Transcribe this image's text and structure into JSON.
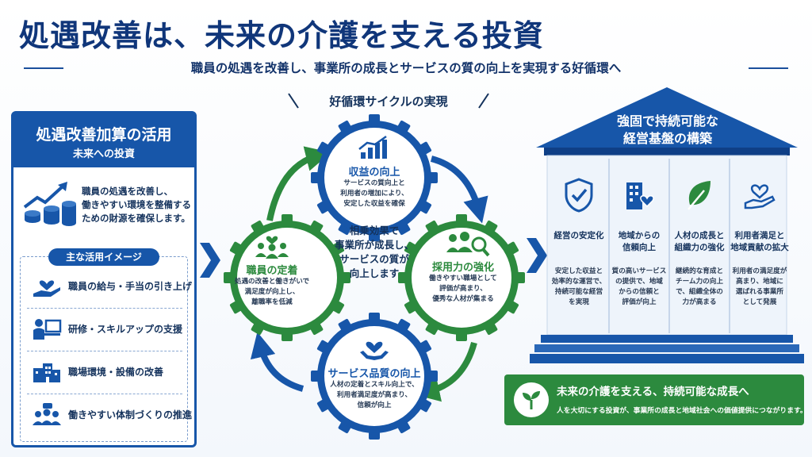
{
  "header": {
    "title": "処遇改善は、未来の介護を支える投資",
    "subtitle": "職員の処遇を改善し、事業所の成長とサービスの質の向上を実現する好循環へ"
  },
  "left_panel": {
    "title": "処遇改善加算の活用",
    "subtitle": "未来への投資",
    "description_lines": [
      "職員の処遇を改善し、",
      "働きやすい環境を整備する",
      "ための財源を確保します。"
    ],
    "usage_label": "主な活用イメージ",
    "usage_items": [
      {
        "label": "職員の給与・手当の引き上げ",
        "icon": "hand-heart-icon"
      },
      {
        "label": "研修・スキルアップの支援",
        "icon": "training-presenter-icon"
      },
      {
        "label": "職場環境・設備の改善",
        "icon": "facility-building-icon"
      },
      {
        "label": "働きやすい体制づくりの推進",
        "icon": "team-chat-icon"
      }
    ]
  },
  "cycle": {
    "label": "好循環サイクルの実現",
    "center_lines": [
      "相乗効果で",
      "事業所が成長し、",
      "サービスの質が",
      "向上します"
    ],
    "gears": {
      "revenue": {
        "title": "収益の向上",
        "body_lines": [
          "サービスの質向上と",
          "利用者の増加により、",
          "安定した収益を確保"
        ]
      },
      "recruit": {
        "title": "採用力の強化",
        "body_lines": [
          "働きやすい職場として",
          "評価が高まり、",
          "優秀な人材が集まる"
        ]
      },
      "quality": {
        "title": "サービス品質の向上",
        "body_lines": [
          "人材の定着とスキル向上で、",
          "利用者満足度が高まり、",
          "信頼が向上"
        ]
      },
      "retention": {
        "title": "職員の定着",
        "body_lines": [
          "処遇の改善と働きがいで",
          "満足度が向上し、",
          "離職率を低減"
        ]
      }
    }
  },
  "building": {
    "roof_lines": [
      "強固で持続可能な",
      "経営基盤の構築"
    ],
    "pillars": [
      {
        "title_lines": [
          "経営の安定化"
        ],
        "body_lines": [
          "安定した収益と",
          "効率的な運営で、",
          "持続可能な経営",
          "を実現"
        ],
        "icon": "shield-check-icon"
      },
      {
        "title_lines": [
          "地域からの",
          "信頼向上"
        ],
        "body_lines": [
          "質の高いサービス",
          "の提供で、地域",
          "からの信頼と",
          "評価が向上"
        ],
        "icon": "building-heart-icon"
      },
      {
        "title_lines": [
          "人材の成長と",
          "組織力の強化"
        ],
        "body_lines": [
          "継続的な育成と",
          "チーム力の向上",
          "で、組織全体の",
          "力が高まる"
        ],
        "icon": "leaf-icon"
      },
      {
        "title_lines": [
          "利用者満足と",
          "地域貢献の拡大"
        ],
        "body_lines": [
          "利用者の満足度が",
          "高まり、地域に",
          "選ばれる事業所",
          "として発展"
        ],
        "icon": "heart-hand-icon"
      }
    ]
  },
  "future": {
    "title": "未来の介護を支える、持続可能な成長へ",
    "description": "人を大切にする投資が、事業所の成長と地域社会への価値提供につながります。"
  },
  "colors": {
    "navy": "#10367a",
    "blue": "#1756a9",
    "green": "#2c8a3e",
    "light_blue_fill": "#eef4fb"
  }
}
